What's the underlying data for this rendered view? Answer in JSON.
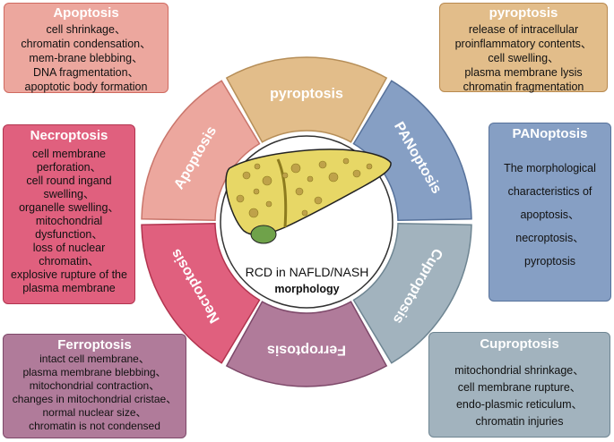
{
  "center": {
    "title": "RCD in NAFLD/NASH",
    "subtitle": "morphology"
  },
  "colors": {
    "apoptosis": "#eca79e",
    "pyroptosis": "#e2bd8a",
    "panoptosis": "#869fc4",
    "cuproptosis": "#a2b3be",
    "ferroptosis": "#b07b9a",
    "necroptosis": "#e0607e"
  },
  "segments": [
    {
      "label": "Apoptosis"
    },
    {
      "label": "pyroptosis"
    },
    {
      "label": "PANoptosis"
    },
    {
      "label": "Cuproptosis"
    },
    {
      "label": "Ferroptosis"
    },
    {
      "label": "Necroptosis"
    }
  ],
  "boxes": {
    "apoptosis": {
      "title": "Apoptosis",
      "lines": [
        "cell shrinkage、",
        "chromatin condensation、",
        "mem-brane blebbing、",
        "DNA fragmentation、",
        "apoptotic body formation"
      ]
    },
    "pyroptosis": {
      "title": "pyroptosis",
      "lines": [
        "release of intracellular",
        "proinflammatory contents、",
        "cell swelling、",
        "plasma membrane lysis",
        "chromatin fragmentation"
      ]
    },
    "necroptosis": {
      "title": "Necroptosis",
      "lines": [
        "cell membrane",
        "perforation、",
        "cell round ingand",
        "swelling、",
        "organelle swelling、",
        "mitochondrial",
        "dysfunction、",
        "loss of nuclear",
        "chromatin、",
        "explosive rupture of the",
        "plasma membrane"
      ]
    },
    "panoptosis": {
      "title": "PANoptosis",
      "lines": [
        "The morphological",
        "characteristics of",
        "apoptosis、",
        "necroptosis、",
        "pyroptosis"
      ]
    },
    "ferroptosis": {
      "title": "Ferroptosis",
      "lines": [
        "intact cell membrane、",
        "plasma membrane blebbing、",
        "mitochondrial contraction、",
        "changes in mitochondrial cristae、",
        "normal nuclear size、",
        "chromatin is not condensed"
      ]
    },
    "cuproptosis": {
      "title": "Cuproptosis",
      "lines": [
        "mitochondrial shrinkage、",
        "cell membrane rupture、",
        "endo-plasmic reticulum、",
        "chromatin injuries"
      ]
    }
  }
}
